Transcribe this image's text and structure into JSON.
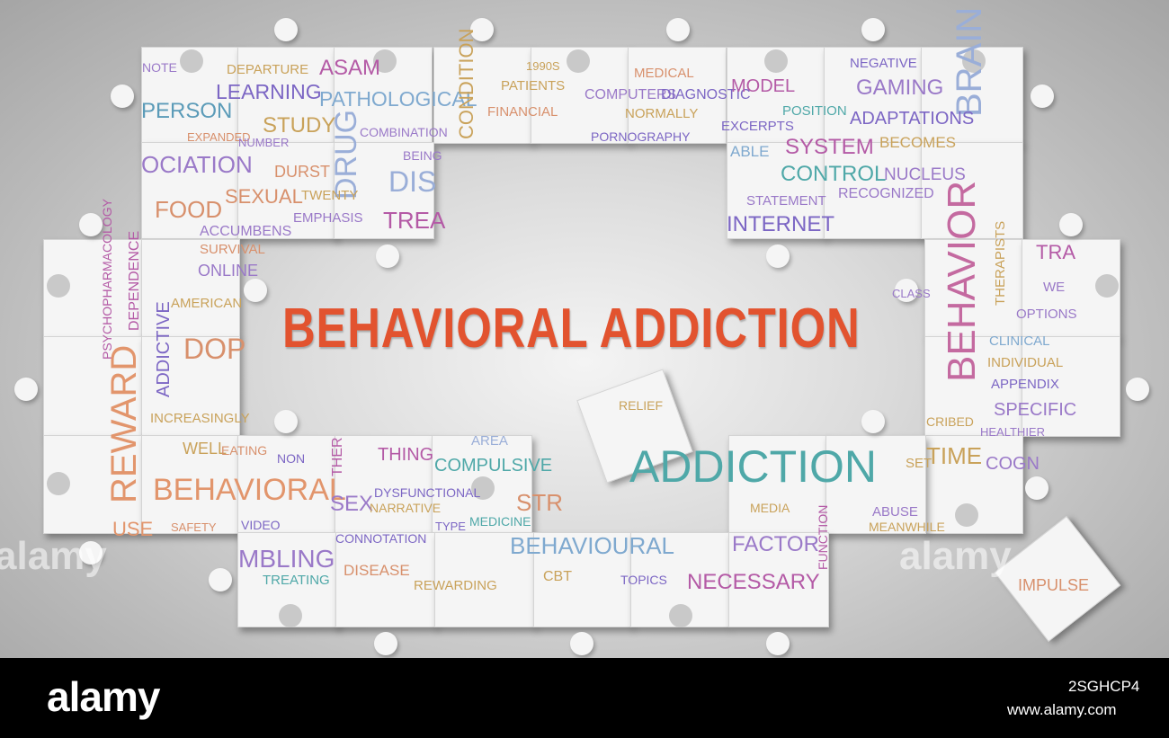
{
  "headline": "BEHAVIORAL ADDICTION",
  "watermark": "alamy",
  "footer": {
    "logo": "alamy",
    "image_id": "2SGHCP4",
    "site": "www.alamy.com"
  },
  "colors": {
    "headline": "#e2532f",
    "footer_bg": "#000000",
    "piece": "#f5f5f5"
  },
  "words": [
    {
      "text": "NOTE",
      "color": "#9a79c8"
    },
    {
      "text": "DEPARTURE",
      "color": "#c9a25a"
    },
    {
      "text": "ASAM",
      "color": "#b45aa6"
    },
    {
      "text": "1990S",
      "color": "#c9a25a"
    },
    {
      "text": "MEDICAL",
      "color": "#d8906c"
    },
    {
      "text": "NEGATIVE",
      "color": "#7c66c4"
    },
    {
      "text": "PERSON",
      "color": "#5b9bb8"
    },
    {
      "text": "LEARNING",
      "color": "#7c66c4"
    },
    {
      "text": "PATHOLOGICAL",
      "color": "#7fa9cf"
    },
    {
      "text": "PATIENTS",
      "color": "#c9a25a"
    },
    {
      "text": "COMPUTERS",
      "color": "#9a79c8"
    },
    {
      "text": "DIAGNOSTIC",
      "color": "#7c66c4"
    },
    {
      "text": "MODEL",
      "color": "#b45aa6"
    },
    {
      "text": "GAMING",
      "color": "#9a79c8"
    },
    {
      "text": "BRAIN",
      "color": "#9aaed8"
    },
    {
      "text": "STUDY",
      "color": "#c9a25a"
    },
    {
      "text": "FINANCIAL",
      "color": "#d8906c"
    },
    {
      "text": "NORMALLY",
      "color": "#c9a25a"
    },
    {
      "text": "POSITION",
      "color": "#4fa8a8"
    },
    {
      "text": "ADAPTATIONS",
      "color": "#7c66c4"
    },
    {
      "text": "EXPANDED",
      "color": "#d8906c"
    },
    {
      "text": "COMBINATION",
      "color": "#9a79c8"
    },
    {
      "text": "CONDITION",
      "color": "#c9a25a"
    },
    {
      "text": "EXCERPTS",
      "color": "#7c66c4"
    },
    {
      "text": "OCIATION",
      "color": "#9a79c8"
    },
    {
      "text": "NUMBER",
      "color": "#9a79c8"
    },
    {
      "text": "DRUG",
      "color": "#9aaed8"
    },
    {
      "text": "PORNOGRAPHY",
      "color": "#7c66c4"
    },
    {
      "text": "SYSTEM",
      "color": "#b45aa6"
    },
    {
      "text": "BECOMES",
      "color": "#c9a25a"
    },
    {
      "text": "DURST",
      "color": "#d8906c"
    },
    {
      "text": "BEING",
      "color": "#9a79c8"
    },
    {
      "text": "ABLE",
      "color": "#7fa9cf"
    },
    {
      "text": "CONTROL",
      "color": "#4fa8a8"
    },
    {
      "text": "NUCLEUS",
      "color": "#9a79c8"
    },
    {
      "text": "FOOD",
      "color": "#d8906c"
    },
    {
      "text": "SEXUAL",
      "color": "#d8906c"
    },
    {
      "text": "TWENTY",
      "color": "#c9a25a"
    },
    {
      "text": "DIS",
      "color": "#9aaed8"
    },
    {
      "text": "STATEMENT",
      "color": "#9a79c8"
    },
    {
      "text": "RECOGNIZED",
      "color": "#9a79c8"
    },
    {
      "text": "TREA",
      "color": "#b45aa6"
    },
    {
      "text": "EMPHASIS",
      "color": "#9a79c8"
    },
    {
      "text": "INTERNET",
      "color": "#7c66c4"
    },
    {
      "text": "ACCUMBENS",
      "color": "#9a79c8"
    },
    {
      "text": "BEHAVIOR",
      "color": "#c46aa0"
    },
    {
      "text": "SURVIVAL",
      "color": "#d8906c"
    },
    {
      "text": "ONLINE",
      "color": "#9a79c8"
    },
    {
      "text": "THERAPISTS",
      "color": "#c9a25a"
    },
    {
      "text": "TRA",
      "color": "#b45aa6"
    },
    {
      "text": "PSYCHOPHARMACOLOGY",
      "color": "#b45aa6"
    },
    {
      "text": "DEPENDENCE",
      "color": "#b45aa6"
    },
    {
      "text": "AMERICAN",
      "color": "#c9a25a"
    },
    {
      "text": "WE",
      "color": "#9a79c8"
    },
    {
      "text": "OPTIONS",
      "color": "#9a79c8"
    },
    {
      "text": "CLASS",
      "color": "#9a79c8"
    },
    {
      "text": "ADDICTIVE",
      "color": "#7c66c4"
    },
    {
      "text": "DOP",
      "color": "#d8906c"
    },
    {
      "text": "CLINICAL",
      "color": "#7fa9cf"
    },
    {
      "text": "INDIVIDUAL",
      "color": "#c9a25a"
    },
    {
      "text": "REWARD",
      "color": "#e2956c"
    },
    {
      "text": "INCREASINGLY",
      "color": "#c9a25a"
    },
    {
      "text": "APPENDIX",
      "color": "#7c66c4"
    },
    {
      "text": "SPECIFIC",
      "color": "#9a79c8"
    },
    {
      "text": "RELIEF",
      "color": "#c9a25a"
    },
    {
      "text": "AREA",
      "color": "#9aaed8"
    },
    {
      "text": "CRIBED",
      "color": "#c9a25a"
    },
    {
      "text": "HEALTHIER",
      "color": "#9a79c8"
    },
    {
      "text": "WELL",
      "color": "#c9a25a"
    },
    {
      "text": "EATING",
      "color": "#d8906c"
    },
    {
      "text": "NON",
      "color": "#7c66c4"
    },
    {
      "text": "THER",
      "color": "#b45aa6"
    },
    {
      "text": "THING",
      "color": "#b45aa6"
    },
    {
      "text": "COMPULSIVE",
      "color": "#4fa8a8"
    },
    {
      "text": "ADDICTION",
      "color": "#4fa8a8"
    },
    {
      "text": "TIME",
      "color": "#c9a25a"
    },
    {
      "text": "SET",
      "color": "#c9a25a"
    },
    {
      "text": "COGN",
      "color": "#9a79c8"
    },
    {
      "text": "BEHAVIORAL",
      "color": "#e2956c"
    },
    {
      "text": "SEX",
      "color": "#9a79c8"
    },
    {
      "text": "DYSFUNCTIONAL",
      "color": "#7c66c4"
    },
    {
      "text": "NARRATIVE",
      "color": "#c9a25a"
    },
    {
      "text": "STR",
      "color": "#d8906c"
    },
    {
      "text": "MEDIA",
      "color": "#c9a25a"
    },
    {
      "text": "ABUSE",
      "color": "#9a79c8"
    },
    {
      "text": "MEANWHILE",
      "color": "#c9a25a"
    },
    {
      "text": "USE",
      "color": "#e2956c"
    },
    {
      "text": "SAFETY",
      "color": "#d8906c"
    },
    {
      "text": "VIDEO",
      "color": "#7c66c4"
    },
    {
      "text": "TYPE",
      "color": "#7c66c4"
    },
    {
      "text": "MEDICINE",
      "color": "#4fa8a8"
    },
    {
      "text": "CONNOTATION",
      "color": "#7c66c4"
    },
    {
      "text": "BEHAVIOURAL",
      "color": "#7fa9cf"
    },
    {
      "text": "FACTOR",
      "color": "#9a79c8"
    },
    {
      "text": "FUNCTION",
      "color": "#b45aa6"
    },
    {
      "text": "MBLING",
      "color": "#9a79c8"
    },
    {
      "text": "TREATING",
      "color": "#4fa8a8"
    },
    {
      "text": "DISEASE",
      "color": "#d8906c"
    },
    {
      "text": "REWARDING",
      "color": "#c9a25a"
    },
    {
      "text": "CBT",
      "color": "#c9a25a"
    },
    {
      "text": "TOPICS",
      "color": "#7c66c4"
    },
    {
      "text": "NECESSARY",
      "color": "#b45aa6"
    },
    {
      "text": "IMPULSE",
      "color": "#d8906c"
    }
  ]
}
